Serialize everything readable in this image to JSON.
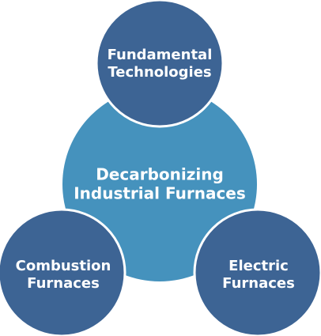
{
  "diagram": {
    "center": {
      "lines": [
        "Decarbonizing",
        "Industrial Furnaces"
      ],
      "color": "#4592bd"
    },
    "top": {
      "lines": [
        "Fundamental",
        "Technologies"
      ],
      "color": "#3d6494"
    },
    "left": {
      "lines": [
        "Combustion",
        "Furnaces"
      ],
      "color": "#3d6494"
    },
    "right": {
      "lines": [
        "Electric",
        "Furnaces"
      ],
      "color": "#3d6494"
    },
    "border_color": "#ffffff"
  }
}
